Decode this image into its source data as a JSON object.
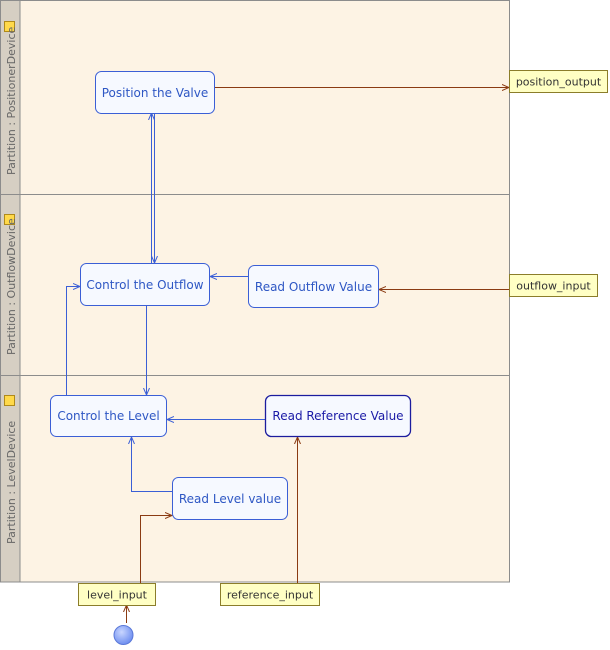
{
  "lanes": [
    {
      "label": "Partition : PositionerDevice"
    },
    {
      "label": "Partition : OutflowDevice"
    },
    {
      "label": "Partition : LevelDevice"
    }
  ],
  "activities": {
    "position_valve": "Position the Valve",
    "control_outflow": "Control the Outflow",
    "read_outflow": "Read Outflow Value",
    "control_level": "Control the Level",
    "read_reference": "Read Reference Value",
    "read_level": "Read Level value"
  },
  "pins": {
    "position_output": "position_output",
    "outflow_input": "outflow_input",
    "level_input": "level_input",
    "reference_input": "reference_input"
  },
  "colors": {
    "lane_fill": "#fdf3e4",
    "activity_stroke": "#3b5fd6",
    "data_flow": "#8a3a12",
    "pin_fill": "#ffffc4",
    "initial_node": "#8aa6f2"
  }
}
